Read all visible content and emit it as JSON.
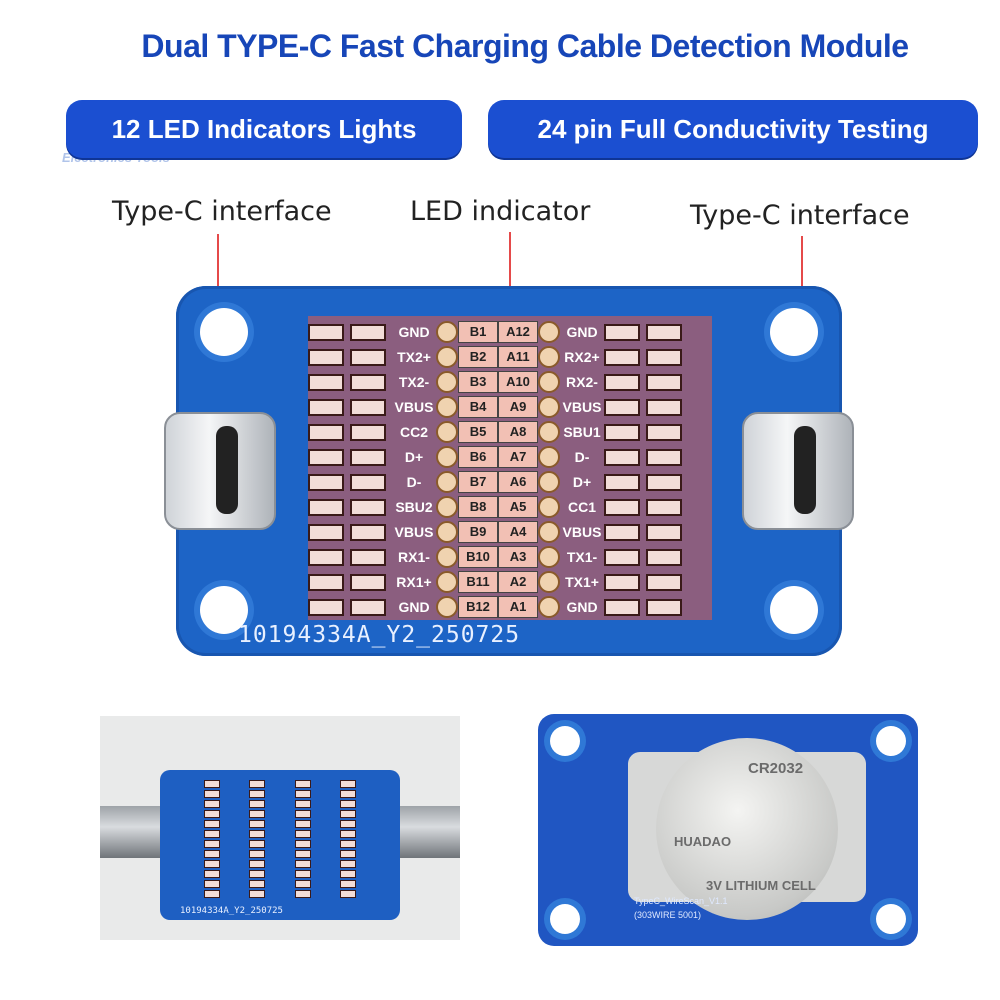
{
  "title": "Dual TYPE-C Fast Charging Cable Detection Module",
  "watermark": "Electronics Tools",
  "pills": {
    "left": "12 LED Indicators Lights",
    "right": "24 pin Full Conductivity Testing"
  },
  "callouts": {
    "left": "Type-C interface",
    "center": "LED indicator",
    "right": "Type-C interface"
  },
  "board": {
    "left_labels": [
      "GND",
      "TX2+",
      "TX2-",
      "VBUS",
      "CC2",
      "D+",
      "D-",
      "SBU2",
      "VBUS",
      "RX1-",
      "RX1+",
      "GND"
    ],
    "b_pins": [
      "B1",
      "B2",
      "B3",
      "B4",
      "B5",
      "B6",
      "B7",
      "B8",
      "B9",
      "B10",
      "B11",
      "B12"
    ],
    "a_pins": [
      "A12",
      "A11",
      "A10",
      "A9",
      "A8",
      "A7",
      "A6",
      "A5",
      "A4",
      "A3",
      "A2",
      "A1"
    ],
    "right_labels": [
      "GND",
      "RX2+",
      "RX2-",
      "VBUS",
      "SBU1",
      "D-",
      "D+",
      "CC1",
      "VBUS",
      "TX1-",
      "TX1+",
      "GND"
    ],
    "silkscreen": "10194334A_Y2_250725"
  },
  "photo_back": {
    "cell_brand": "HUADAO",
    "cell_model": "CR2032",
    "cell_text": "3V LITHIUM CELL",
    "silk_line1": "TypeC_WireScan_V1.1",
    "silk_line2": "(303WIRE 5001)"
  },
  "colors": {
    "brand_blue": "#1b4fd1",
    "pcb_blue": "#1d64c6",
    "highlight_red": "#e65a46"
  }
}
